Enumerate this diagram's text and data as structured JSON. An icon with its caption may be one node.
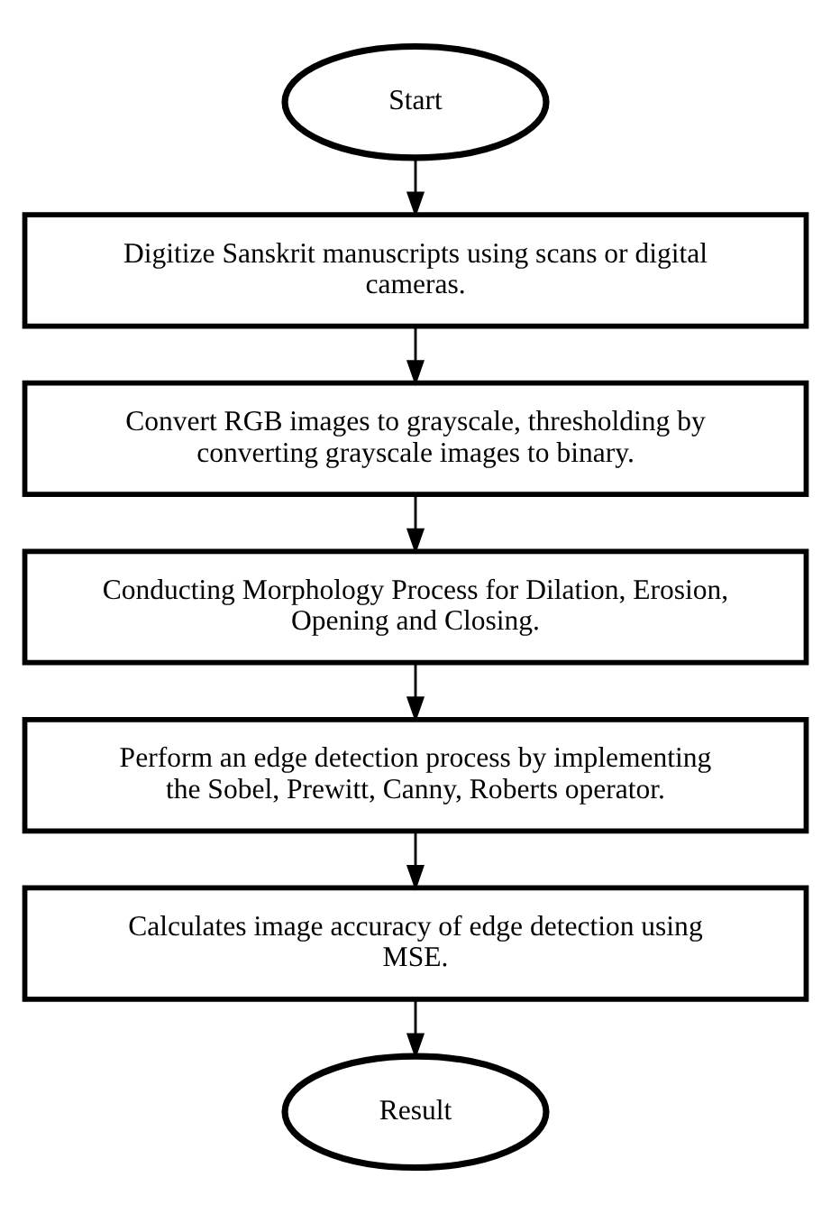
{
  "diagram": {
    "nodes": [
      {
        "text": [
          "Start"
        ]
      },
      {
        "text": [
          "Digitize Sanskrit manuscripts using scans or digital cameras."
        ]
      },
      {
        "text": [
          "Convert RGB images to grayscale, thresholding by converting grayscale images to binary."
        ]
      },
      {
        "text": [
          "Conducting Morphology Process for Dilation, Erosion, Opening and Closing."
        ]
      },
      {
        "text": [
          "Perform an edge detection process by implementing the Sobel, Prewitt, Canny, Roberts operator."
        ]
      },
      {
        "text": [
          "Calculates image accuracy of edge detection using MSE."
        ]
      },
      {
        "text": [
          "Result"
        ]
      }
    ],
    "edges": [
      {
        "from": 0,
        "to": 1,
        "arrow": "to"
      },
      {
        "from": 1,
        "to": 2,
        "arrow": "to"
      },
      {
        "from": 2,
        "to": 3,
        "arrow": "to"
      },
      {
        "from": 3,
        "to": 4,
        "arrow": "to"
      },
      {
        "from": 4,
        "to": 5,
        "arrow": "to"
      },
      {
        "from": 5,
        "to": 6,
        "arrow": "to"
      }
    ]
  }
}
